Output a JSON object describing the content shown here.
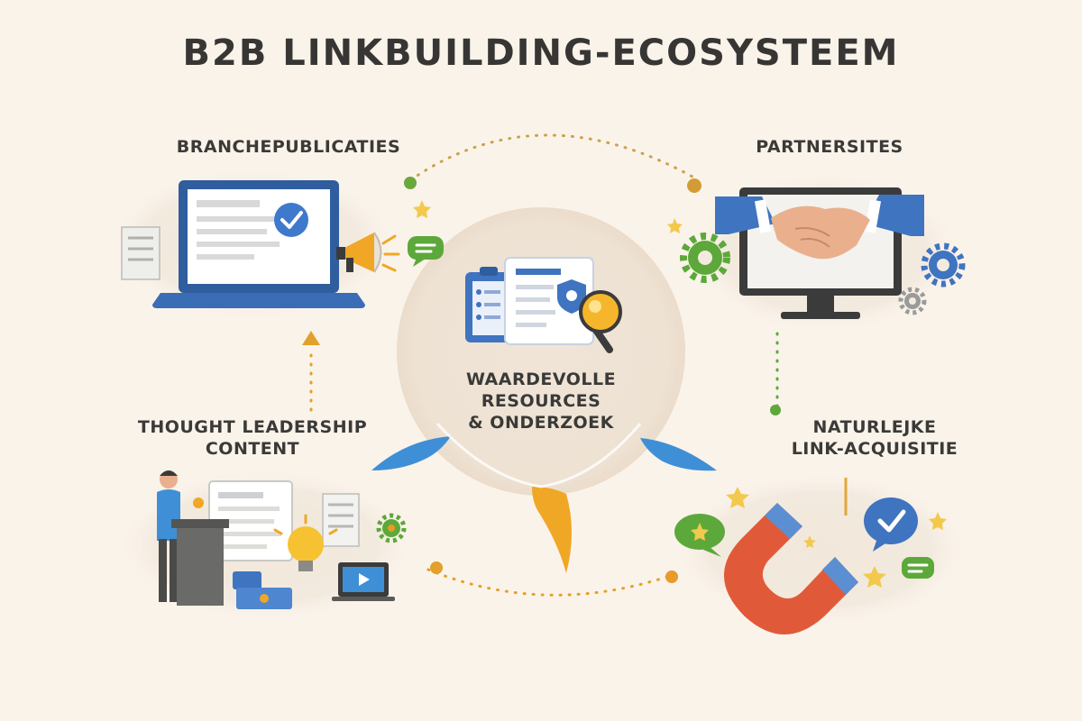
{
  "title": "B2B LINKBUILDING-ECOSYSTEEM",
  "nodes": {
    "top_left": {
      "label": "BRANCHEPUBLICATIES",
      "icons": [
        "laptop-icon",
        "megaphone-icon",
        "chat-bubble-icon",
        "checkmark-badge-icon"
      ]
    },
    "top_right": {
      "label": "PARTNERSITES",
      "icons": [
        "handshake-icon",
        "monitor-icon",
        "gear-icon"
      ]
    },
    "bottom_left": {
      "label_line1": "THOUGHT LEADERSHIP",
      "label_line2": "CONTENT",
      "icons": [
        "speaker-person-icon",
        "podium-icon",
        "lightbulb-icon",
        "video-laptop-icon",
        "document-icon"
      ]
    },
    "bottom_right": {
      "label_line1": "NATURLEJKE",
      "label_line2": "LINK-ACQUISITIE",
      "icons": [
        "magnet-icon",
        "star-icon",
        "chat-bubble-icon",
        "checkmark-badge-icon"
      ]
    },
    "center": {
      "label_line1": "WAARDEVOLLE",
      "label_line2": "RESOURCES",
      "label_line3": "& ONDERZOEK",
      "icons": [
        "clipboard-icon",
        "document-icon",
        "magnifier-icon",
        "shield-icon"
      ]
    }
  },
  "colors": {
    "background": "#faf3ea",
    "primary_blue": "#3f74c0",
    "accent_orange": "#f0a726",
    "accent_green": "#5ca83a",
    "magnet_red": "#e05a3a",
    "text_dark": "#3a3a38"
  }
}
